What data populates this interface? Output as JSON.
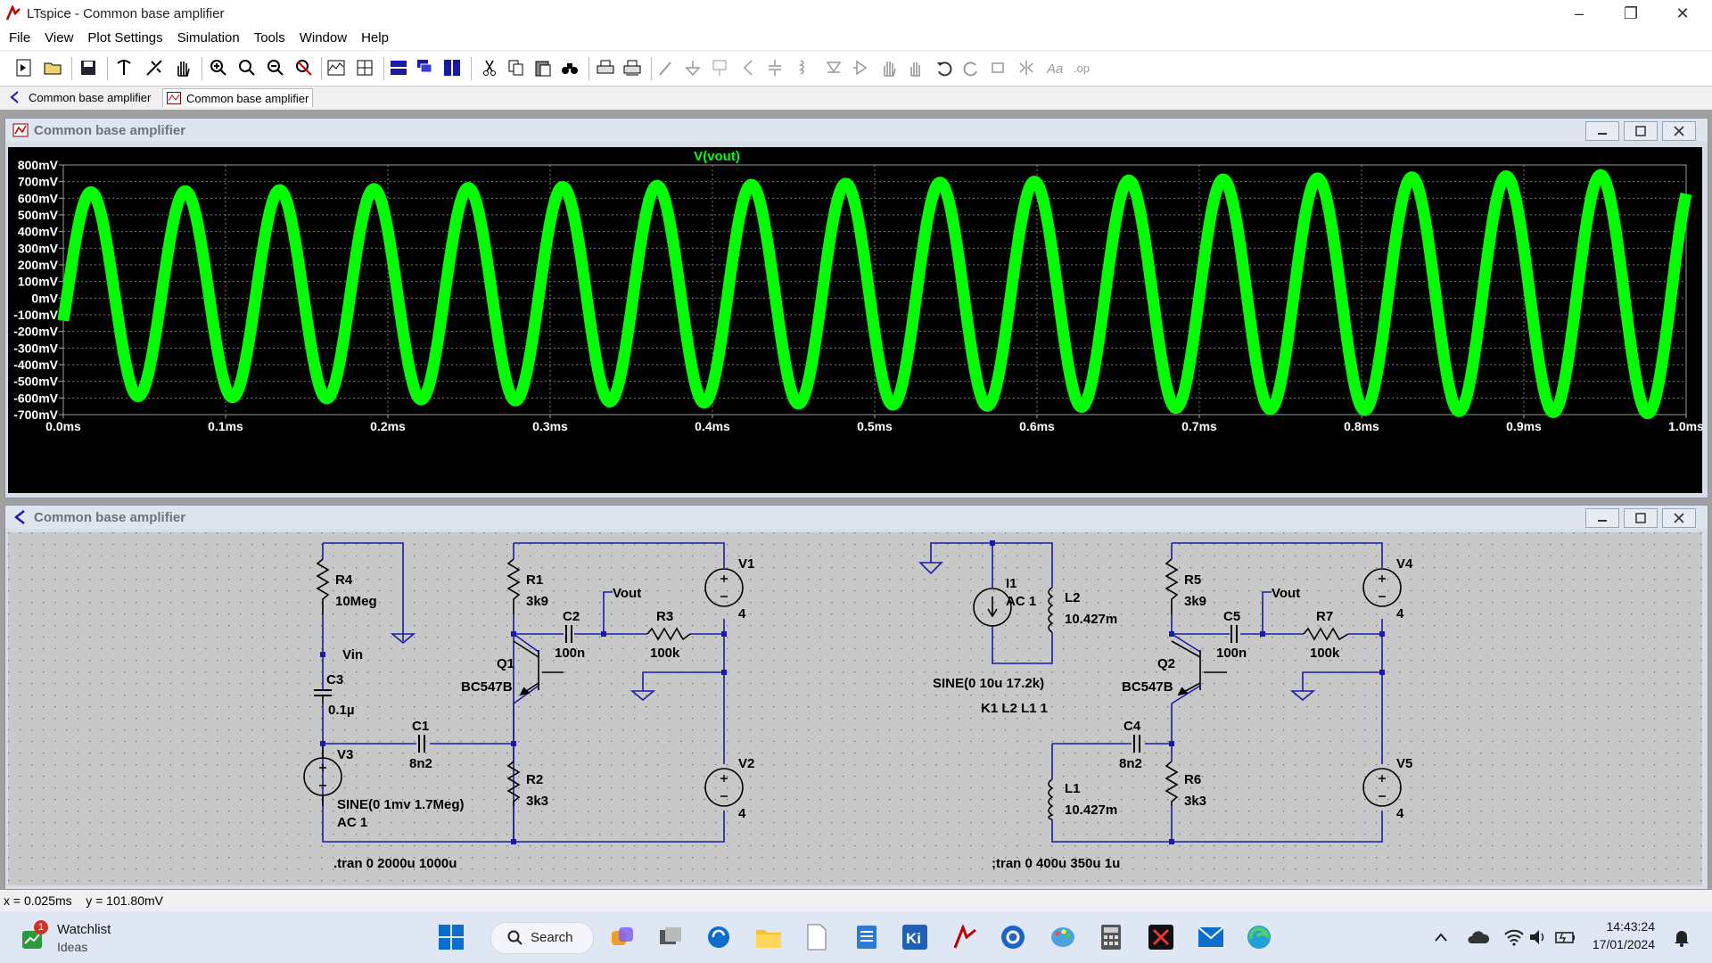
{
  "window": {
    "title": "LTspice - Common base amplifier"
  },
  "menu": [
    "File",
    "View",
    "Plot Settings",
    "Simulation",
    "Tools",
    "Window",
    "Help"
  ],
  "tabs": [
    {
      "label": "Common base amplifier",
      "type": "schematic"
    },
    {
      "label": "Common base amplifier",
      "type": "waveform"
    }
  ],
  "plot_window": {
    "title": "Common base amplifier"
  },
  "schematic_window": {
    "title": "Common base amplifier"
  },
  "chart_data": {
    "type": "line",
    "title": "V(vout)",
    "series": [
      {
        "name": "V(vout)",
        "color": "#00ff00"
      }
    ],
    "xlabel": "",
    "ylabel": "",
    "xlim": [
      0.0,
      1.0
    ],
    "ylim": [
      -700,
      800
    ],
    "x_unit": "ms",
    "y_unit": "mV",
    "x_ticks": [
      "0.0ms",
      "0.1ms",
      "0.2ms",
      "0.3ms",
      "0.4ms",
      "0.5ms",
      "0.6ms",
      "0.7ms",
      "0.8ms",
      "0.9ms",
      "1.0ms"
    ],
    "y_ticks": [
      "800mV",
      "700mV",
      "600mV",
      "500mV",
      "400mV",
      "300mV",
      "200mV",
      "100mV",
      "0mV",
      "-100mV",
      "-200mV",
      "-300mV",
      "-400mV",
      "-500mV",
      "-600mV",
      "-700mV"
    ],
    "signal": {
      "frequency_khz": 17.2,
      "period_ms": 0.05814,
      "first_peak_ms": 0.017,
      "offset_mv": 25,
      "amplitude_start_mv": 610,
      "amplitude_end_mv": 720,
      "trace_thickness_mv": 70
    },
    "grid": true,
    "background": "#000000"
  },
  "schematic": {
    "labels": {
      "R4": "R4",
      "R4v": "10Meg",
      "Vin": "Vin",
      "C3": "C3",
      "C3v": "0.1µ",
      "V3": "V3",
      "V3v1": "SINE(0 1mv 1.7Meg)",
      "V3v2": "AC 1",
      "C1": "C1",
      "C1v": "8n2",
      "R1": "R1",
      "R1v": "3k9",
      "C2": "C2",
      "C2v": "100n",
      "Vout1": "Vout",
      "R3": "R3",
      "R3v": "100k",
      "Q1": "Q1",
      "Q1v": "BC547B",
      "R2": "R2",
      "R2v": "3k3",
      "V1": "V1",
      "V1v": "4",
      "V2": "V2",
      "V2v": "4",
      "tran1": ".tran 0 2000u 1000u",
      "I1": "I1",
      "I1v": "AC 1",
      "L2": "L2",
      "L2v": "10.427m",
      "I1src": "SINE(0 10u 17.2k)",
      "K1": "K1 L2 L1 1",
      "C4": "C4",
      "C4v": "8n2",
      "L1": "L1",
      "L1v": "10.427m",
      "R5": "R5",
      "R5v": "3k9",
      "C5": "C5",
      "C5v": "100n",
      "Vout2": "Vout",
      "R7": "R7",
      "R7v": "100k",
      "Q2": "Q2",
      "Q2v": "BC547B",
      "R6": "R6",
      "R6v": "3k3",
      "V4": "V4",
      "V4v": "4",
      "V5": "V5",
      "V5v": "4",
      "tran2": ";tran 0 400u 350u 1u"
    }
  },
  "status": {
    "text": "x = 0.025ms    y = 101.80mV"
  },
  "taskbar": {
    "widget_title": "Watchlist",
    "widget_sub": "Ideas",
    "widget_badge": "1",
    "search_label": "Search",
    "time": "14:43:24",
    "date": "17/01/2024"
  },
  "colors": {
    "wire": "#1a1aa8",
    "trace": "#00ff00",
    "plot_bg": "#000000",
    "schematic_bg": "#c8c8c8"
  }
}
